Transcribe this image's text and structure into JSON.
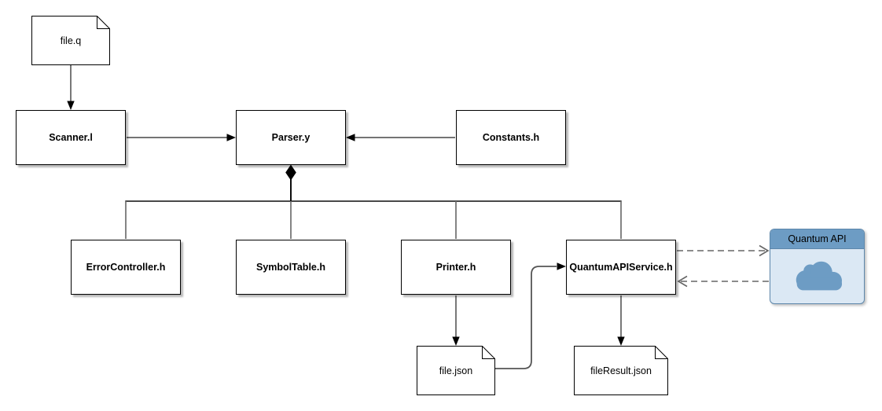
{
  "diagram": {
    "type": "component-dependency-diagram",
    "nodes": {
      "file_q": {
        "label": "file.q",
        "shape": "document"
      },
      "scanner": {
        "label": "Scanner.l",
        "shape": "rect"
      },
      "parser": {
        "label": "Parser.y",
        "shape": "rect"
      },
      "constants": {
        "label": "Constants.h",
        "shape": "rect"
      },
      "error_controller": {
        "label": "ErrorController.h",
        "shape": "rect"
      },
      "symbol_table": {
        "label": "SymbolTable.h",
        "shape": "rect"
      },
      "printer": {
        "label": "Printer.h",
        "shape": "rect"
      },
      "quantum_api_service": {
        "label": "QuantumAPIService.h",
        "shape": "rect"
      },
      "file_json": {
        "label": "file.json",
        "shape": "document"
      },
      "file_result_json": {
        "label": "fileResult.json",
        "shape": "document"
      },
      "quantum_api": {
        "label": "Quantum API",
        "shape": "titled-window-with-cloud"
      }
    },
    "edges": [
      {
        "from": "file.q",
        "to": "Scanner.l",
        "style": "solid-arrow"
      },
      {
        "from": "Scanner.l",
        "to": "Parser.y",
        "style": "solid-arrow"
      },
      {
        "from": "Constants.h",
        "to": "Parser.y",
        "style": "solid-arrow"
      },
      {
        "from": "Parser.y",
        "to": "ErrorController.h",
        "style": "composition-diamond"
      },
      {
        "from": "Parser.y",
        "to": "SymbolTable.h",
        "style": "composition-diamond"
      },
      {
        "from": "Parser.y",
        "to": "Printer.h",
        "style": "composition-diamond"
      },
      {
        "from": "Parser.y",
        "to": "QuantumAPIService.h",
        "style": "composition-diamond"
      },
      {
        "from": "Printer.h",
        "to": "file.json",
        "style": "solid-arrow"
      },
      {
        "from": "file.json",
        "to": "QuantumAPIService.h",
        "style": "solid-arrow"
      },
      {
        "from": "QuantumAPIService.h",
        "to": "fileResult.json",
        "style": "solid-arrow"
      },
      {
        "from": "QuantumAPIService.h",
        "to": "Quantum API",
        "style": "dashed-open-arrow"
      },
      {
        "from": "Quantum API",
        "to": "QuantumAPIService.h",
        "style": "dashed-open-arrow"
      }
    ],
    "colors": {
      "background": "#ffffff",
      "node_fill": "#ffffff",
      "node_border": "#000000",
      "edge_shaft_gray": "#616161",
      "edge_black": "#000000",
      "dashed_edge": "#666666",
      "api_header": "#6d9cc4",
      "api_body": "#dbe8f4",
      "api_border": "#5d87ab",
      "cloud": "#6d9cc4"
    }
  }
}
